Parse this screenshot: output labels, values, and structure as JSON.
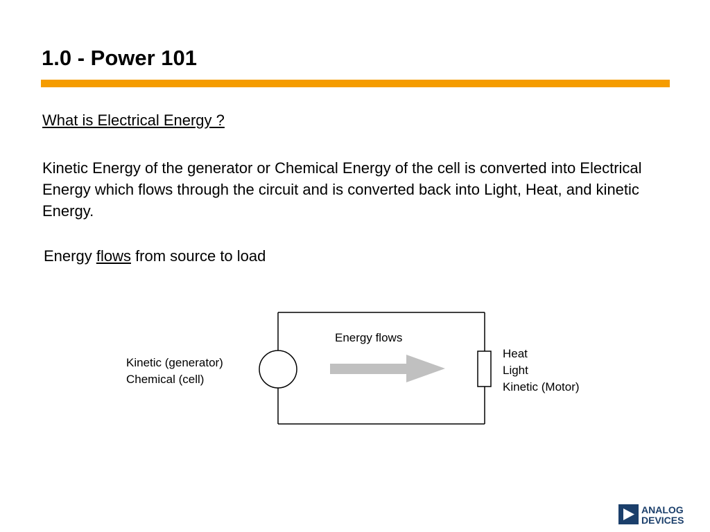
{
  "slide": {
    "title": "1.0 - Power 101",
    "accent_color": "#F59C00",
    "subheading": "What is Electrical Energy ?",
    "paragraph": "Kinetic Energy of the generator or Chemical Energy of the cell is converted into Electrical Energy which flows through the circuit and is converted back into Light, Heat, and kinetic Energy.",
    "flow_statement": {
      "before": "Energy ",
      "underlined": "flows",
      "after": " from source to load"
    }
  },
  "diagram": {
    "source_lines": [
      "Kinetic (generator)",
      "Chemical (cell)"
    ],
    "flow_label": "Energy flows",
    "load_lines": [
      "Heat",
      "Light",
      "Kinetic (Motor)"
    ],
    "arrow_color": "#C0C0C0"
  },
  "logo": {
    "text_line1": "ANALOG",
    "text_line2": "DEVICES",
    "color": "#1B3F6B"
  }
}
